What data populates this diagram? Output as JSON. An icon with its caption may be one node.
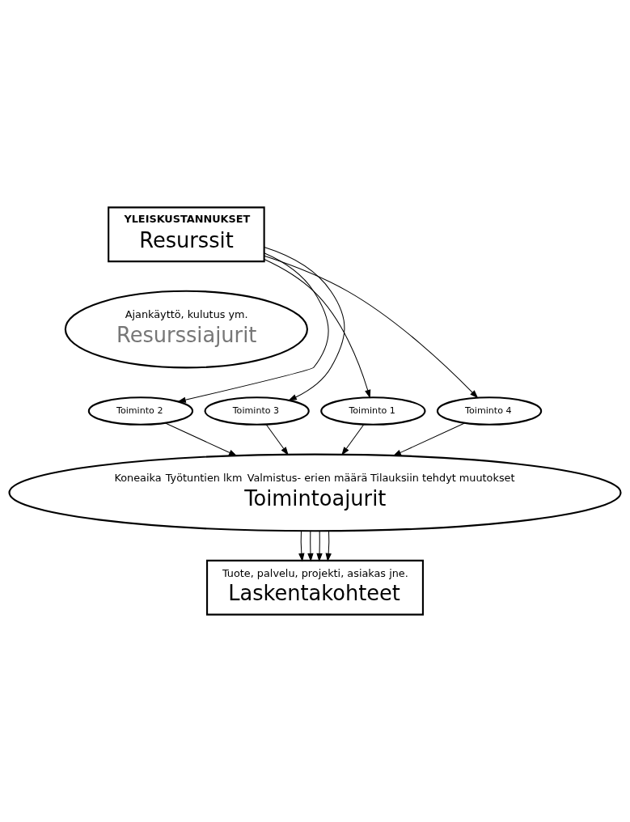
{
  "diagram": {
    "nodes": [
      {
        "text": [
          "YLEISKUSTANNUKSET",
          "Resurssit"
        ]
      },
      {
        "text": [
          "Ajankäyttö, kulutus ym.",
          "Resurssiajurit"
        ]
      },
      {
        "text": [
          "Toiminto 1"
        ]
      },
      {
        "text": [
          "Toiminto 2"
        ]
      },
      {
        "text": [
          "Toiminto 3"
        ]
      },
      {
        "text": [
          "Toiminto 4"
        ]
      },
      {
        "text": [
          "Koneaika",
          "Työtuntien lkm",
          "Valmistus- erien määrä",
          "Tilauksiin tehdyt muutokset",
          "Toimintoajurit"
        ]
      },
      {
        "text": [
          "Tuote, palvelu, projekti, asiakas jne.",
          "Laskentakohteet"
        ]
      }
    ],
    "edges": [
      {
        "from": 0,
        "to": 2,
        "arrow": "to"
      },
      {
        "from": 0,
        "to": 3,
        "arrow": "to"
      },
      {
        "from": 0,
        "to": 4,
        "arrow": "to"
      },
      {
        "from": 0,
        "to": 5,
        "arrow": "to"
      },
      {
        "from": 2,
        "to": 6,
        "arrow": "to"
      },
      {
        "from": 3,
        "to": 6,
        "arrow": "to"
      },
      {
        "from": 4,
        "to": 6,
        "arrow": "to"
      },
      {
        "from": 5,
        "to": 6,
        "arrow": "to"
      },
      {
        "from": 6,
        "to": 7,
        "arrow": "to"
      },
      {
        "from": 6,
        "to": 7,
        "arrow": "to"
      },
      {
        "from": 6,
        "to": 7,
        "arrow": "to"
      },
      {
        "from": 6,
        "to": 7,
        "arrow": "to"
      }
    ]
  }
}
